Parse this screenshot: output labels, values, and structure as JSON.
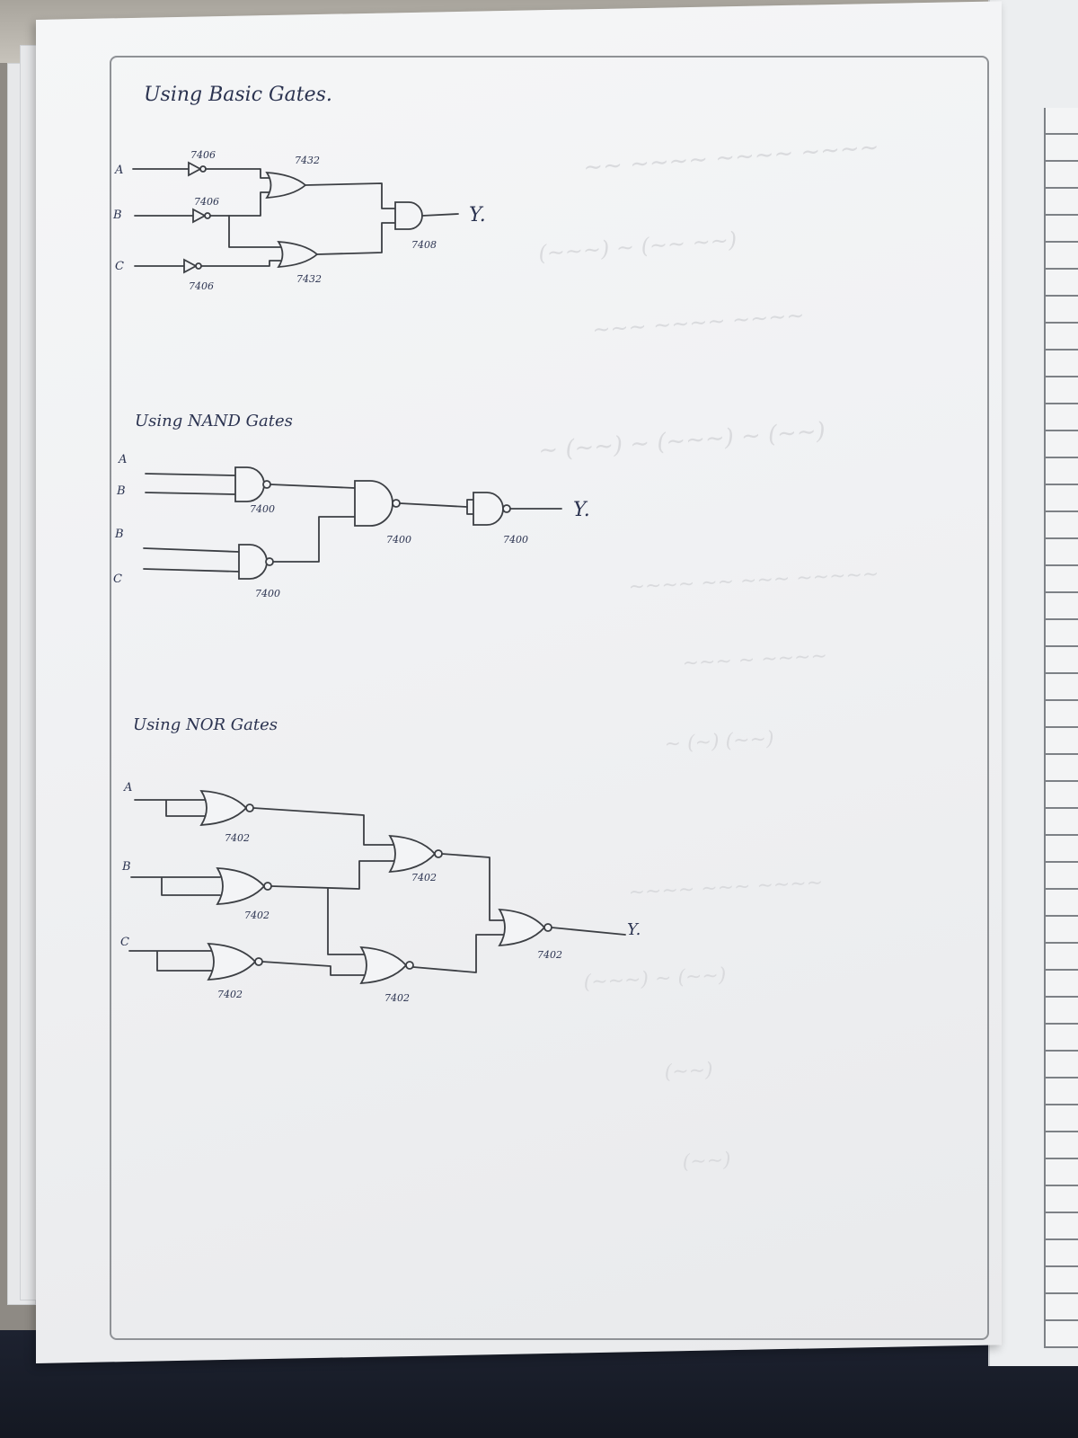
{
  "sections": {
    "basic": {
      "heading": "Using Basic Gates.",
      "inputs": [
        "A",
        "B",
        "C"
      ],
      "ic_labels": [
        "7406",
        "7406",
        "7406",
        "7432",
        "7432",
        "7408"
      ],
      "output": "Y."
    },
    "nand": {
      "heading": "Using NAND Gates",
      "inputs": [
        "A",
        "B",
        "B",
        "C"
      ],
      "ic_labels": [
        "7400",
        "7400",
        "7400",
        "7400"
      ],
      "output": "Y."
    },
    "nor": {
      "heading": "Using NOR Gates",
      "inputs": [
        "A",
        "B",
        "C"
      ],
      "ic_labels": [
        "7402",
        "7402",
        "7402",
        "7402",
        "7402",
        "7402"
      ],
      "output": "Y."
    }
  },
  "colors": {
    "ink": "#2b3350",
    "pencil": "#3c3f44",
    "paper": "#f1f2f4",
    "frame": "#8f9296"
  }
}
